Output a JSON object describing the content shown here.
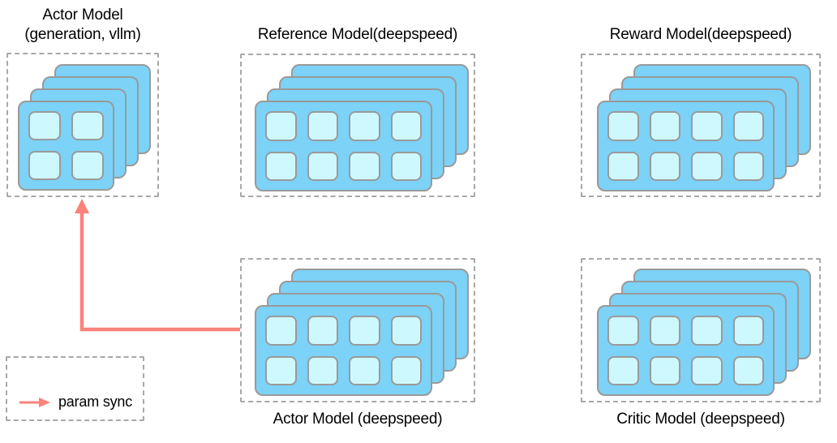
{
  "colors": {
    "background": "#ffffff",
    "card_fill": "#7cd2f7",
    "card_border": "#9a9a9a",
    "chip_fill": "#cdf9fe",
    "dashed_border": "#a8a8a8",
    "arrow": "#f9827b",
    "text": "#000000"
  },
  "nodes": {
    "actor_vllm": {
      "title_line1": "Actor Model",
      "title_line2": "(generation, vllm)",
      "gpu_stack": {
        "layers": 4,
        "rows": 2,
        "cols": 2
      }
    },
    "reference": {
      "title": "Reference Model(deepspeed)",
      "gpu_stack": {
        "layers": 4,
        "rows": 2,
        "cols": 4
      }
    },
    "reward": {
      "title": "Reward Model(deepspeed)",
      "gpu_stack": {
        "layers": 4,
        "rows": 2,
        "cols": 4
      }
    },
    "actor_deepspeed": {
      "label": "Actor Model (deepspeed)",
      "gpu_stack": {
        "layers": 4,
        "rows": 2,
        "cols": 4
      }
    },
    "critic": {
      "label": "Critic Model (deepspeed)",
      "gpu_stack": {
        "layers": 4,
        "rows": 2,
        "cols": 4
      }
    }
  },
  "legend": {
    "label": "param sync"
  },
  "param_sync_arrow": {
    "from": "Actor Model (deepspeed)",
    "to": "Actor Model (generation, vllm)"
  }
}
